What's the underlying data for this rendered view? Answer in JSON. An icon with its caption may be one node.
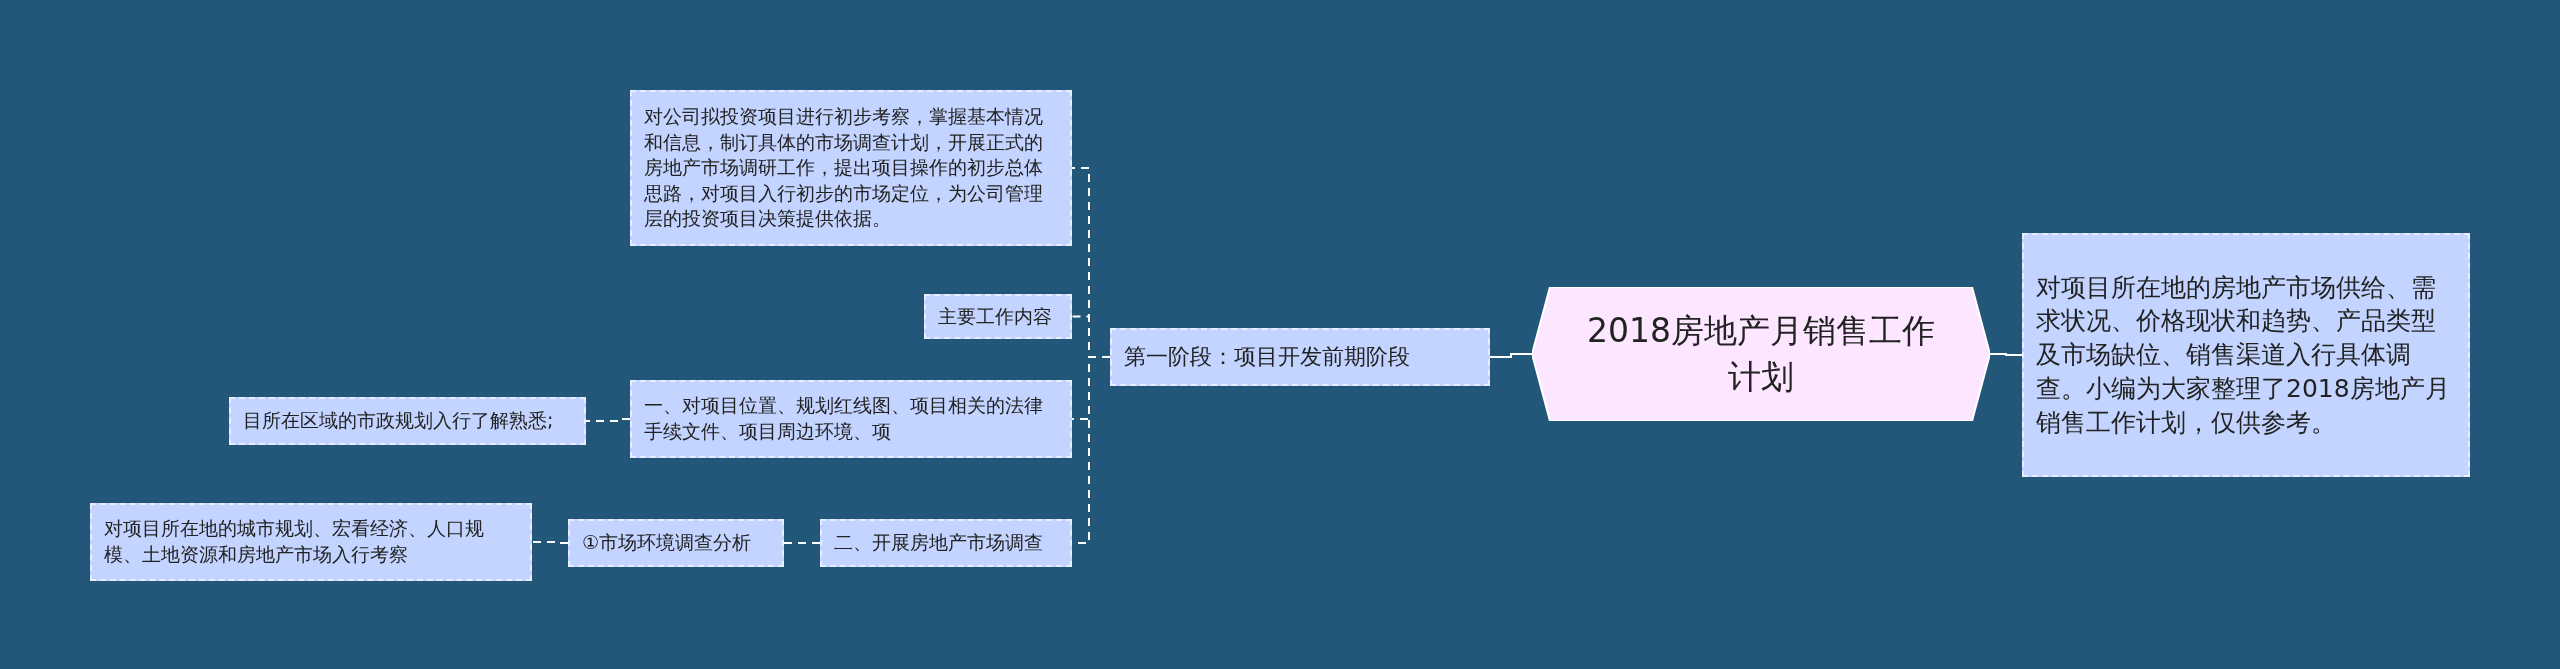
{
  "diagram": {
    "nodes": [
      {
        "text": [
          "2018房地产月销售工作计划"
        ]
      },
      {
        "text": [
          "对项目所在地的房地产市场供给、需求状况、价格现状和趋势、产品类型及市场缺位、销售渠道入行具体调查。小编为大家整理了2018房地产月销售工作计划，仅供参考。"
        ]
      },
      {
        "text": [
          "第一阶段：项目开发前期阶段"
        ]
      },
      {
        "text": [
          "对公司拟投资项目进行初步考察，掌握基本情况和信息，制订具体的市场调查计划，开展正式的房地产市场调研工作，提出项目操作的初步总体思路，对项目入行初步的市场定位，为公司管理层的投资项目决策提供依据。"
        ]
      },
      {
        "text": [
          "主要工作内容"
        ]
      },
      {
        "text": [
          "一、对项目位置、规划红线图、项目相关的法律手续文件、项目周边环境、项"
        ]
      },
      {
        "text": [
          "目所在区域的市政规划入行了解熟悉;"
        ]
      },
      {
        "text": [
          "二、开展房地产市场调查"
        ]
      },
      {
        "text": [
          "①市场环境调查分析"
        ]
      },
      {
        "text": [
          "对项目所在地的城市规划、宏看经济、人口规模、土地资源和房地产市场入行考察"
        ]
      }
    ],
    "edges": [
      {
        "from": 0,
        "to": 1,
        "arrow": "none"
      },
      {
        "from": 0,
        "to": 2,
        "arrow": "none"
      },
      {
        "from": 2,
        "to": 3,
        "arrow": "none",
        "style": "dashed"
      },
      {
        "from": 2,
        "to": 4,
        "arrow": "none",
        "style": "dashed"
      },
      {
        "from": 2,
        "to": 5,
        "arrow": "none",
        "style": "dashed"
      },
      {
        "from": 2,
        "to": 7,
        "arrow": "none",
        "style": "dashed"
      },
      {
        "from": 5,
        "to": 6,
        "arrow": "none",
        "style": "dashed"
      },
      {
        "from": 7,
        "to": 8,
        "arrow": "none",
        "style": "dashed"
      },
      {
        "from": 8,
        "to": 9,
        "arrow": "none",
        "style": "dashed"
      }
    ]
  }
}
